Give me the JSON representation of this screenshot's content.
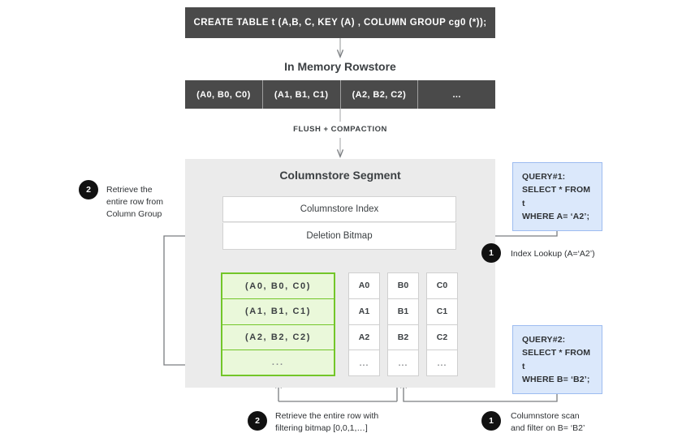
{
  "ddl": {
    "statement": "CREATE TABLE  t (A,B, C, KEY (A) , COLUMN GROUP cg0 (*));"
  },
  "rowstore": {
    "title": "In Memory Rowstore",
    "cells": [
      "(A0, B0, C0)",
      "(A1, B1, C1)",
      "(A2, B2, C2)",
      "..."
    ]
  },
  "flush": {
    "label": "FLUSH + COMPACTION"
  },
  "segment": {
    "title": "Columnstore Segment",
    "index_label": "Columnstore Index",
    "bitmap_label": "Deletion Bitmap",
    "column_group": {
      "rows": [
        "(A0, B0, C0)",
        "(A1, B1, C1)",
        "(A2, B2, C2)",
        "..."
      ]
    },
    "columns": [
      {
        "name": "A",
        "values": [
          "A0",
          "A1",
          "A2",
          "..."
        ]
      },
      {
        "name": "B",
        "values": [
          "B0",
          "B1",
          "B2",
          "..."
        ]
      },
      {
        "name": "C",
        "values": [
          "C0",
          "C1",
          "C2",
          "..."
        ]
      }
    ]
  },
  "queries": [
    {
      "id": "query1",
      "line1": "QUERY#1:",
      "line2": "SELECT * FROM t",
      "line3": "WHERE A= ‘A2’;"
    },
    {
      "id": "query2",
      "line1": "QUERY#2:",
      "line2": "SELECT * FROM t",
      "line3": "WHERE B= ‘B2’;"
    }
  ],
  "annotations": {
    "q1_step1": {
      "number": "1",
      "text": "Index Lookup (A=‘A2’)"
    },
    "q1_step2": {
      "number": "2",
      "line1": "Retrieve the",
      "line2": "entire row from",
      "line3": "Column Group"
    },
    "q2_step1": {
      "number": "1",
      "line1": "Columnstore scan",
      "line2": "and filter on B= ‘B2’"
    },
    "q2_step2": {
      "number": "2",
      "line1": "Retrieve the entire row with",
      "line2": "filtering bitmap [0,0,1,…]"
    }
  },
  "colors": {
    "dark_bar": "#4a4a4a",
    "panel_gray": "#ebebeb",
    "green_border": "#73c629",
    "green_fill": "#eaf8da",
    "query_fill": "#dbe8fb",
    "query_border": "#9dbcf0",
    "badge": "#111111",
    "arrow": "#7a7d80"
  }
}
